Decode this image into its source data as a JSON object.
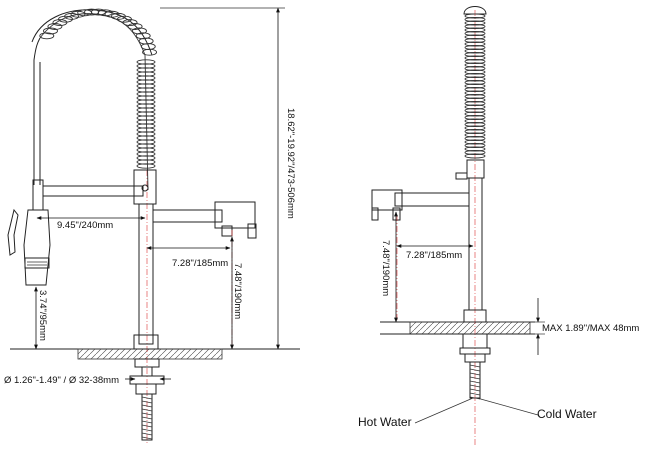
{
  "dimensions": {
    "total_height": "18.62\"-19.92\"/473-506mm",
    "spout_reach": "9.45\"/240mm",
    "side_spout_reach": "7.28\"/185mm",
    "side_spout_height": "7.48\"/190mm",
    "handle_height": "3.74\"/95mm",
    "hole_diameter": "Ø 1.26\"-1.49\" / Ø 32-38mm",
    "right_reach": "7.28\"/185mm",
    "right_height": "7.48\"/190mm",
    "deck_thickness": "MAX 1.89\"/MAX 48mm"
  },
  "labels": {
    "hot_water": "Hot Water",
    "cold_water": "Cold Water"
  }
}
